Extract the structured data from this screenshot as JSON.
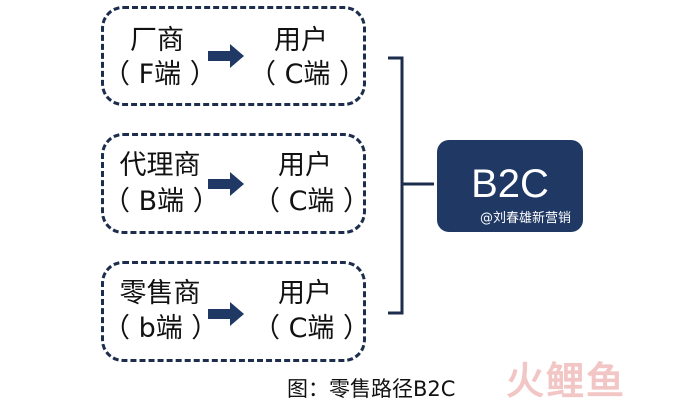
{
  "rows": [
    {
      "source": "厂商",
      "source_tag": "（ F端 ）",
      "target": "用户",
      "target_tag": "（ C端 ）"
    },
    {
      "source": "代理商",
      "source_tag": "（ B端 ）",
      "target": "用户",
      "target_tag": "（ C端 ）"
    },
    {
      "source": "零售商",
      "source_tag": "（ b端 ）",
      "target": "用户",
      "target_tag": "（ C端 ）"
    }
  ],
  "result": {
    "title": "B2C",
    "watermark": "@刘春雄新营销"
  },
  "caption": "图：零售路径B2C",
  "logo_text": "火鲤鱼",
  "colors": {
    "navy": "#1f3864",
    "border": "#1c2d4d",
    "logo": "#f3c6c6"
  }
}
